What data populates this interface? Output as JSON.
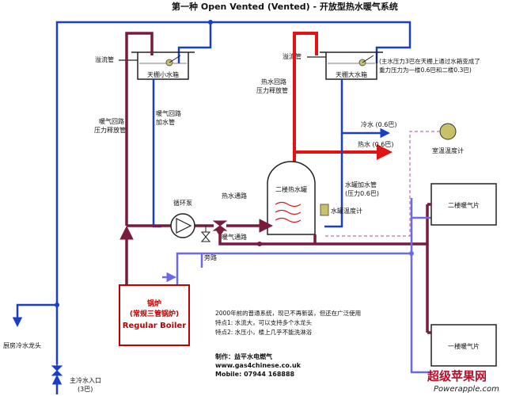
{
  "title": "第一种 Open Vented (Vented) - 开放型热水暖气系统",
  "labels": {
    "overflow_left": "溢流管",
    "overflow_right": "溢流管",
    "small_tank": "天棚小水箱",
    "big_tank": "天棚大水箱",
    "tank_note_1": "(主水压力3巴在天棚上通过水箱变成了",
    "tank_note_2": "重力压力为一楼0.6巴和二楼0.3巴)",
    "heating_relief_1": "暖气回路",
    "heating_relief_2": "压力释放管",
    "heating_feed_1": "暖气回路",
    "heating_feed_2": "加水管",
    "hot_relief_1": "热水回路",
    "hot_relief_2": "压力释放管",
    "cold_water": "冷水 (0.6巴)",
    "hot_water": "热水 (0.6巴)",
    "room_thermo": "室温温度计",
    "pump": "循环泵",
    "hot_water_loop": "热水通路",
    "heating_loop": "暖气通路",
    "cylinder": "二楼热水罐",
    "cyl_feed_1": "水罐加水管",
    "cyl_feed_2": "(压力0.6巴)",
    "cyl_thermo": "水罐温度计",
    "radiator_upper": "二楼暖气片",
    "radiator_lower": "一楼暖气片",
    "bypass": "旁路",
    "boiler_1": "锅炉",
    "boiler_2": "(常规三管锅炉)",
    "boiler_3": "Regular Boiler",
    "kitchen_tap": "厨房冷水龙头",
    "mains_1": "主冷水入口",
    "mains_2": "(3巴)"
  },
  "notes": {
    "line1": "2000年前的普通系统，现已不再新装，但还在广泛使用",
    "line2": "特点1: 水流大，可以支持多个水龙头",
    "line3": "特点2: 水压小，楼上几乎不能洗淋浴"
  },
  "contact": {
    "maker": "制作：益平水电燃气",
    "web": "www.gas4chinese.co.uk",
    "mobile": "Mobile: 07944 168888"
  },
  "watermark": {
    "cn": "超级苹果网",
    "en": "Powerapple.com"
  },
  "colors": {
    "cold": "#1a3ec8",
    "hot": "#e01414",
    "heating": "#7a1a3c",
    "return": "#6a6ae8",
    "dashed": "#c86bb0"
  }
}
